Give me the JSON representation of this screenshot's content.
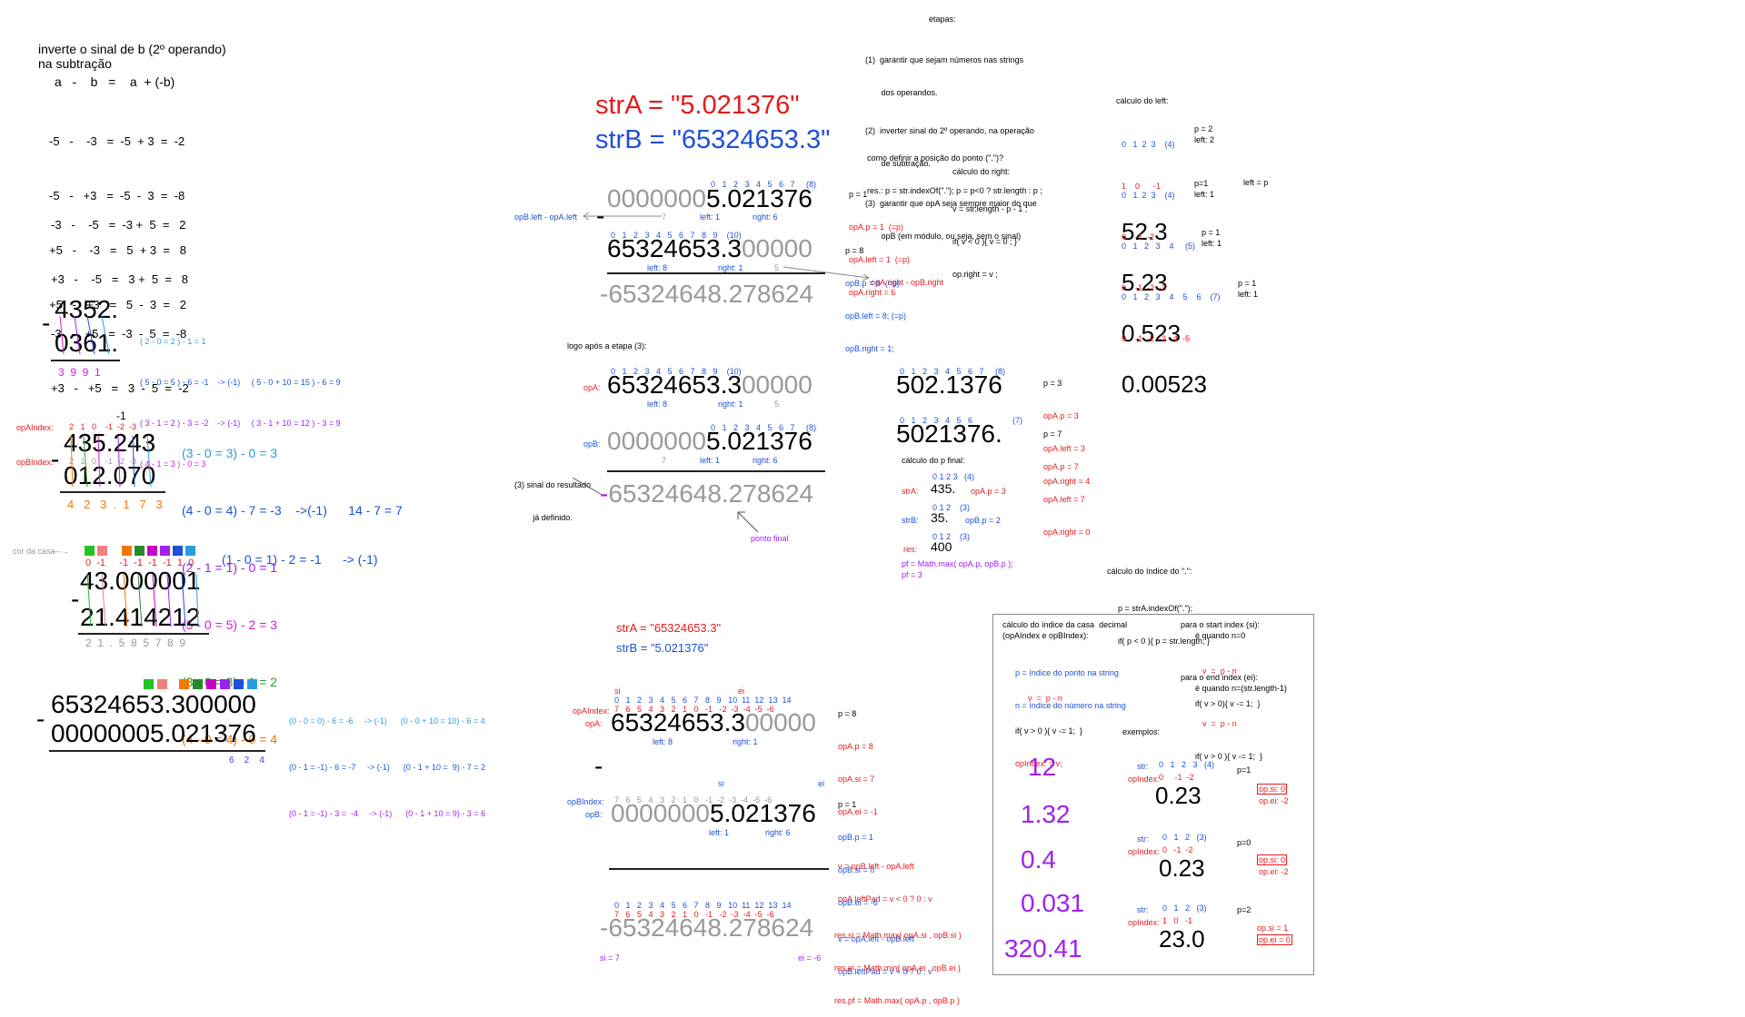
{
  "left_notes": {
    "title_line1": "inverte o sinal de b (2º operando)",
    "title_line2": "na subtração",
    "header": "a   -    b   =    a  + (-b)",
    "rows_a": [
      "-5   -    -3   =  -5  + 3  =  -2",
      "-5   -   +3   =  -5  -  3  =  -8",
      "+5   -    -3   =   5  + 3  =   8",
      "+5   -   +3   =   5  -  3  =   2"
    ],
    "rows_b": [
      "-3   -    -5   =  -3 +  5  =   2",
      "+3   -    -5   =   3 +  5  =   8",
      "-3   -   +5   =  -3  -  5  =  -8",
      "+3   -   +5   =   3  -  5  =  -2"
    ]
  },
  "ex1": {
    "top": "4352.",
    "bottom": "0361.",
    "result": "3  9  9  1",
    "notes": [
      "( 2 - 0 = 2 ) - 1 = 1",
      "( 5 - 0 = 5 ) - 6 = -1    -> (-1)     ( 5 - 0 + 10 = 15 ) - 6 = 9",
      "( 3 - 1 = 2 ) - 3 = -2    -> (-1)     ( 3 - 1 + 10 = 12 ) - 3 = 9",
      "( 4 - 1 = 3 ) - 0 = 3"
    ]
  },
  "ex2": {
    "opA_label": "opAIndex:",
    "opB_label": "opBIndex:",
    "opA_idx": "2   1   0    -1  -2  -3",
    "opB_idx": "2   1   0    -1  -2  -3",
    "minus_one": "-1",
    "top": "435.243",
    "bottom": "012.070",
    "result": "4   2   3  .  1   7   3",
    "notes": [
      "(3 - 0 = 3) - 0 = 3",
      "(4 - 0 = 4) - 7 = -3    ->(-1)      14 - 7 = 7",
      "(2 - 1 = 1) - 0 = 1",
      "(5 - 0 = 5) - 2 = 3",
      "(3 - 0 = 3) - 1 = 2",
      "(4 - 0 = 4) - 0 = 4"
    ]
  },
  "ex3": {
    "cor_label": "cor da casa",
    "idx": "0  -1     -1  -1  -1  -1  1  0",
    "top": "43.000001",
    "bottom": "21.414212",
    "result": "2  1  .  5  8  5  7  8  9",
    "note": "(1 - 0 = 1) - 2 = -1      -> (-1)",
    "colors": [
      "#22c422",
      "#f08080",
      "#f07800",
      "#2a8a2a",
      "#c800c8",
      "#a020f0",
      "#1f4fd8",
      "#2a9ce0"
    ]
  },
  "ex4": {
    "top": "65324653.300000",
    "bottom": "00000005.021376",
    "result": "6    2    4",
    "notes": [
      "(0 - 0 = 0) - 6 = -6     -> (-1)      (0 - 0 + 10 = 10) - 6 = 4",
      "(0 - 1 = -1) - 6 = -7     -> (-1)      (0 - 1 + 10 =  9) - 7 = 2",
      "(0 - 1 = -1) - 3 =  -4     -> (-1)      (0 - 1 + 10 = 9) - 3 = 6"
    ],
    "colors": [
      "#22c422",
      "#f08080",
      "#f07800",
      "#2a8a2a",
      "#c800c8",
      "#a020f0",
      "#1f4fd8",
      "#2a9ce0"
    ]
  },
  "main1": {
    "strA": "strA = \"5.021376\"",
    "strB": "strB = \"65324653.3\"",
    "topIdx": "0   1   2   3   4   5   6   7     (8)",
    "topPad": "0000000",
    "top": "5.021376",
    "top_left": "left: 1",
    "top_right": "right: 6",
    "seven": "7",
    "opB_left_arrow": "opB.left - opA.left",
    "botIdx": "0   1   2   3   4   5   6   7   8   9    (10)",
    "bot": "65324653.3",
    "botPad": "00000",
    "bot_left": "left: 8",
    "bot_right": "right: 1",
    "five": "5",
    "result": "-65324648.278624",
    "opA_right_arrow": "opA.right - opB.right",
    "pA": [
      "p = 1",
      "opA.p = 1  (=p)",
      "opA.left = 1  (=p)",
      "opA.right = 6"
    ],
    "pB": [
      "p = 8",
      "opB.p = 8  (=p)",
      "opB.left = 8; (=p)",
      "opB.right = 1;"
    ]
  },
  "etapas": {
    "title": "etapas:",
    "lines": [
      "(1)  garantir que sejam números nas strings",
      "       dos operandos.",
      "(2)  inverter sinal do 2º operando, na operação",
      "       de subtração.",
      "(3)  garantir que opA seja sempre maior do que",
      "       opB (em módulo, ou seja, sem o sinal)"
    ],
    "como": [
      "como definir a posição do ponto (\".\")?",
      "res.: p = str.indexOf(\".\"); p = p<0 ? str.length : p ;"
    ],
    "right_title": "cálculo do right:",
    "right_lines": [
      "v = str.length - p - 1 ;",
      "if( v < 0 ){ v = 0 ; }",
      "op.right = v ;"
    ]
  },
  "left_calc": {
    "title": "cálculo do left:",
    "items": [
      {
        "idx": "0   1  2  3    (4)",
        "idx2": "1    0      -1",
        "val": "52.3",
        "p": "p = 2",
        "l": "left: 2"
      },
      {
        "idx": "0   1  2  3    (4)",
        "idx2": "0    -1  -2",
        "val": "5.23",
        "p": "p=1",
        "l": "left: 1"
      },
      {
        "idx": "0   1   2   3    4     (5)",
        "idx2": "0    -1  -2  -3",
        "val": "0.523",
        "p": "p = 1",
        "l": "left: 1"
      },
      {
        "idx": "0   1   2   3    4    5    6    (7)",
        "idx2": "0    -1  -2  -3  -4  -5",
        "val": "0.00523",
        "p": "p = 1",
        "l": "left: 1"
      }
    ],
    "left_eq": "left = p"
  },
  "main2": {
    "title": "logo após a etapa (3):",
    "opA": "opA:",
    "opB": "opB:",
    "aIdx": "0   1   2   3   4   5   6   7   8   9    (10)",
    "aVal": "65324653.3",
    "aPad": "00000",
    "a_left": "left: 8",
    "a_right": "right: 1",
    "five": "5",
    "bIdx": "0   1   2   3   4   5   6   7     (8)",
    "bPad": "0000000",
    "bVal": "5.021376",
    "seven": "7",
    "b_left": "left: 1",
    "b_right": "right: 6",
    "sinal": [
      "(3) sinal do resultado",
      "já definido."
    ],
    "result_minus": "-",
    "result": "65324648.278624",
    "ponto_final": "ponto final"
  },
  "pf": {
    "idx1": "0   1   2   3   4   5   6   7     (8)",
    "v1": "502.1376",
    "n1": [
      "p = 3",
      "opA.p = 3",
      "opA.left = 3",
      "opA.right = 4"
    ],
    "idx2": "0   1   2   3   4   5   6",
    "v2": "5021376.",
    "n2": [
      "p = 7",
      "opA.p = 7",
      "opA.left = 7",
      "opA.right = 0"
    ],
    "seven": "(7)",
    "title": "cálculo do p final:",
    "strA": "strA:",
    "strB": "strB:",
    "res": "res:",
    "a_idx": "0 1 2 3   (4)",
    "a_val": "435.",
    "a_p": "opA.p = 3",
    "b_idx": "0 1 2    (3)",
    "b_val": "35.",
    "b_p": "opB.p = 2",
    "r_idx": "0 1 2    (3)",
    "r_val": "400",
    "formula": "pf = Math.max( opA.p, opB.p );",
    "pf": "pf = 3"
  },
  "main3": {
    "strA": "strA = \"65324653.3\"",
    "strB": "strB = \"5.021376\"",
    "si": "si",
    "ei": "ei",
    "opAIndex": "opAIndex:",
    "opA": "opA:",
    "aIdx": "0   1   2   3   4   5   6   7   8   9   10  11  12  13  14",
    "aIdx2": "7   6   5   4   3   2   1   0   -1   -2  -3  -4  -5  -6",
    "aVal": "65324653.3",
    "aPad": "00000",
    "a_left": "left: 8",
    "a_right": "right: 1",
    "a_notes": [
      "p = 8",
      "opA.p = 8",
      "opA.si = 7",
      "opA.ei = -1",
      "",
      "v = opB.left - opA.left",
      "opA.leftPad = v < 0 ? 0 : v"
    ],
    "minus": "-",
    "opBIndex": "opBIndex:",
    "opB": "opB:",
    "bIdx": "7   6   5   4   3   2   1   0   -1  -2  -3  -4  -5  -6",
    "bPad": "0000000",
    "bVal": "5.021376",
    "b_left": "left: 1",
    "b_right": "right: 6",
    "b_notes": [
      "p = 1",
      "opB.p = 1",
      "opB.si = 0",
      "opB.ei = -6",
      "v = opA.left - opB.left",
      "opB.leftPad = v < 0 ? 0 : v"
    ],
    "result": "-65324648.278624",
    "res_notes": [
      "res.si = Math.max( opA.si , opB.si )",
      "res.ei = Math.min( opA.ei , opB.ei )",
      "res.pf = Math.max( opA.p , opB.p )"
    ],
    "si_val": "si = 7",
    "ei_val": "ei = -6"
  },
  "ponto_idx": {
    "title": "cálculo do índice do \".\":",
    "lines": [
      "p = strA.indexOf(\".\");",
      "if( p < 0 ){ p = str.length; }"
    ]
  },
  "box": {
    "title1": "cálculo do índice da casa  decimal",
    "title2": "(opAIndex e opBIndex):",
    "def": [
      "p = índice do ponto na string",
      "n = índice do número na string"
    ],
    "formula": [
      "v  =  p - n",
      "if( v > 0 ){ v -= 1;  }",
      "opIndex: = v;"
    ],
    "si_title": "para o start index (si):",
    "si_sub": "é quando n=0",
    "si_formula": [
      "v  =  p - n",
      "if( v > 0){ v -= 1;  }"
    ],
    "ei_title": "para o end index (ei):",
    "ei_sub": "é quando n=(str.length-1)",
    "ei_formula": [
      "v  =  p - n",
      "if( v > 0 ){ v -= 1;  }"
    ],
    "exemplos": "exemplos:",
    "ex_left": [
      "12",
      "1.32",
      "0.4",
      "0.031",
      "320.41"
    ],
    "ex_right": [
      {
        "str": "str:",
        "idx": "0   1   2   3   (4)",
        "opIndex": "opIndex:",
        "idx2": "0     -1  -2",
        "val": "0.23",
        "p": "p=1",
        "si": "op.si: 0",
        "ei": "op.ei: -2"
      },
      {
        "str": "str:",
        "idx": "0   1   2   (3)",
        "opIndex": "opIndex:",
        "idx2": "0   -1  -2",
        "val": "0.23",
        "p": "p=0",
        "si": "op.si: 0",
        "ei": "op.ei: -2"
      },
      {
        "str": "str:",
        "idx": "0   1   2   (3)",
        "opIndex": "opIndex:",
        "idx2": "1   0   -1",
        "val": "23.0",
        "p": "p=2",
        "si": "op.si = 1",
        "ei": "op.ei = 0"
      }
    ]
  }
}
